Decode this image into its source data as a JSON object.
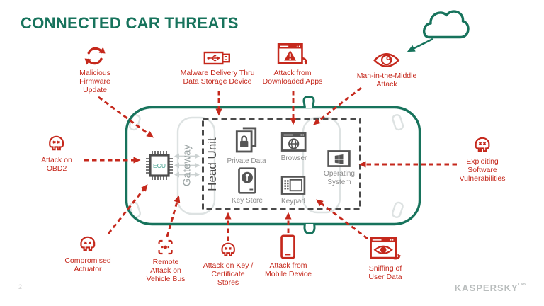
{
  "page": {
    "title": "CONNECTED CAR THREATS",
    "page_number": "2",
    "logo": "KASPERSKY",
    "logo_sub": "LAB"
  },
  "colors": {
    "threat_red": "#c5281c",
    "brand_green": "#17735c",
    "icon_dark_gray": "#555555",
    "label_gray": "#8c8c8c"
  },
  "internet": {
    "icon": "cloud-icon"
  },
  "car": {
    "gateway_label": "Gateway",
    "head_unit_label": "Head Unit",
    "ecu_label": "ECU",
    "components": [
      {
        "id": "private-data",
        "label": "Private Data",
        "icon": "private-data-icon"
      },
      {
        "id": "browser",
        "label": "Browser",
        "icon": "browser-globe-icon"
      },
      {
        "id": "operating-system",
        "label": "Operating\nSystem",
        "icon": "windows-icon"
      },
      {
        "id": "key-store",
        "label": "Key Store",
        "icon": "key-store-icon"
      },
      {
        "id": "keypad",
        "label": "Keypad",
        "icon": "keypad-icon"
      }
    ]
  },
  "threats": [
    {
      "id": "malicious-firmware-update",
      "label": "Malicious\nFirmware\nUpdate",
      "icon": "refresh-icon"
    },
    {
      "id": "malware-delivery",
      "label": "Malware Delivery Thru\nData Storage Device",
      "icon": "usb-drive-icon"
    },
    {
      "id": "attack-downloaded-apps",
      "label": "Attack from\nDownloaded Apps",
      "icon": "browser-warning-icon"
    },
    {
      "id": "man-in-the-middle-attack",
      "label": "Man-in-the-Middle\nAttack",
      "icon": "eye-icon"
    },
    {
      "id": "attack-on-obd2",
      "label": "Attack on\nOBD2",
      "icon": "skull-icon"
    },
    {
      "id": "exploiting-software-vulnerabilities",
      "label": "Exploiting\nSoftware\nVulnerabilities",
      "icon": "skull-icon"
    },
    {
      "id": "compromised-actuator",
      "label": "Compromised\nActuator",
      "icon": "skull-icon"
    },
    {
      "id": "remote-attack-vehicle-bus",
      "label": "Remote\nAttack on\nVehicle Bus",
      "icon": "crosshair-icon"
    },
    {
      "id": "attack-key-certificate-stores",
      "label": "Attack on Key /\nCertificate\nStores",
      "icon": "skull-icon"
    },
    {
      "id": "attack-mobile-device",
      "label": "Attack from\nMobile Device",
      "icon": "smartphone-icon"
    },
    {
      "id": "sniffing-user-data",
      "label": "Sniffing of\nUser Data",
      "icon": "browser-eye-icon"
    }
  ]
}
